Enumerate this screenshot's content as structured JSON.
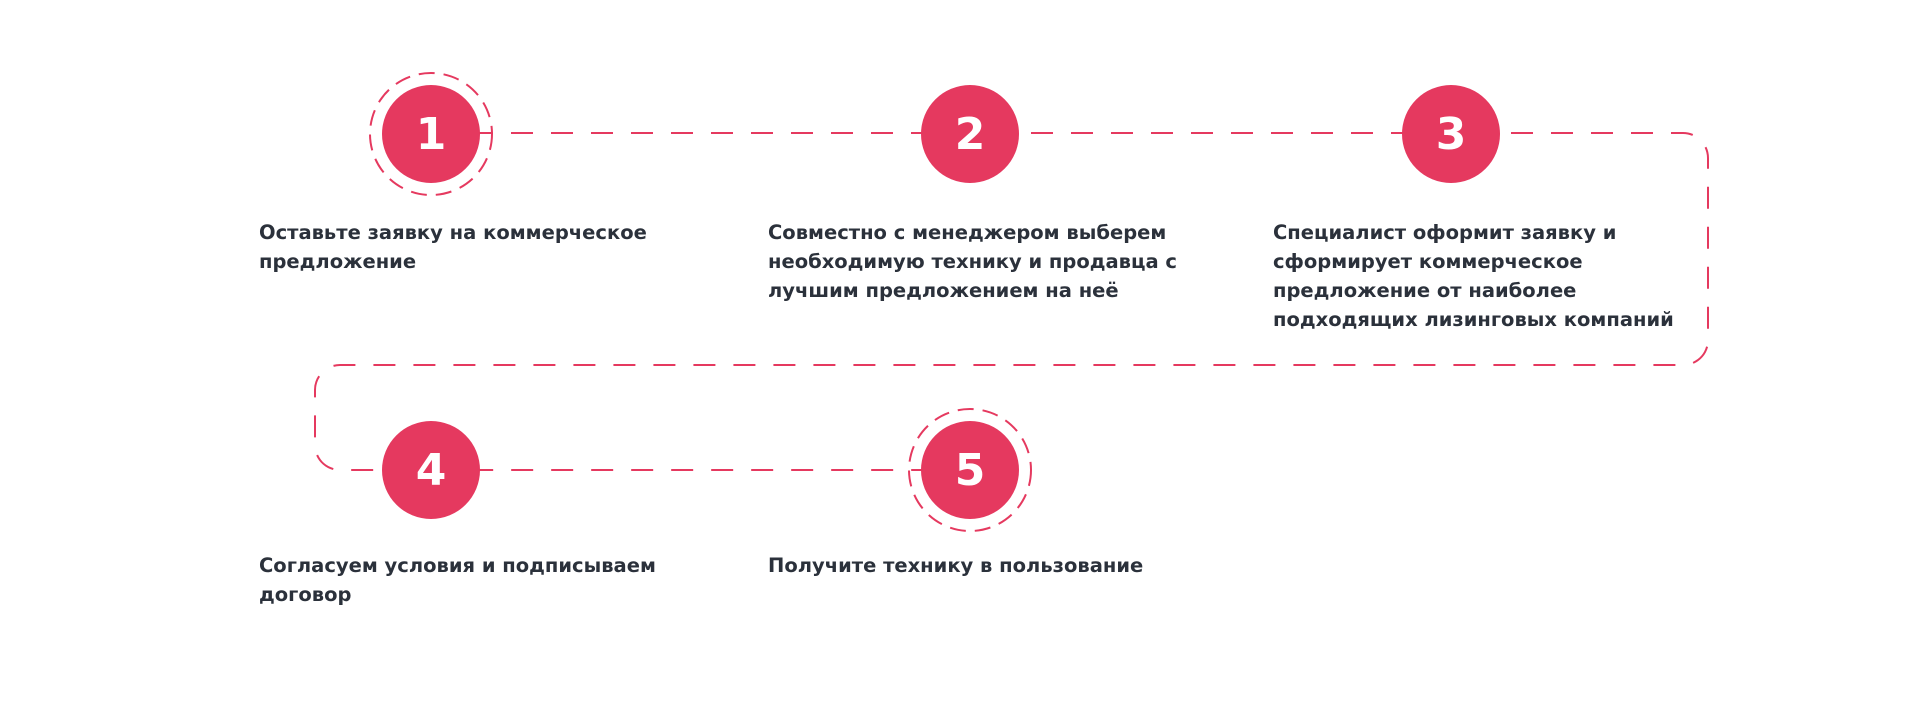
{
  "accent_color": "#e5395f",
  "steps": [
    {
      "number": "1",
      "text": "Оставьте заявку на коммерческое предложение",
      "highlighted": true
    },
    {
      "number": "2",
      "text": "Совместно с менеджером выберем необходимую технику и продавца с лучшим предложением на неё",
      "highlighted": false
    },
    {
      "number": "3",
      "text": "Специалист оформит заявку и сформирует коммерческое предложение от наиболее подходящих лизинговых компаний",
      "highlighted": false
    },
    {
      "number": "4",
      "text": "Согласуем условия и подписываем договор",
      "highlighted": false
    },
    {
      "number": "5",
      "text": "Получите технику в пользование",
      "highlighted": true
    }
  ]
}
